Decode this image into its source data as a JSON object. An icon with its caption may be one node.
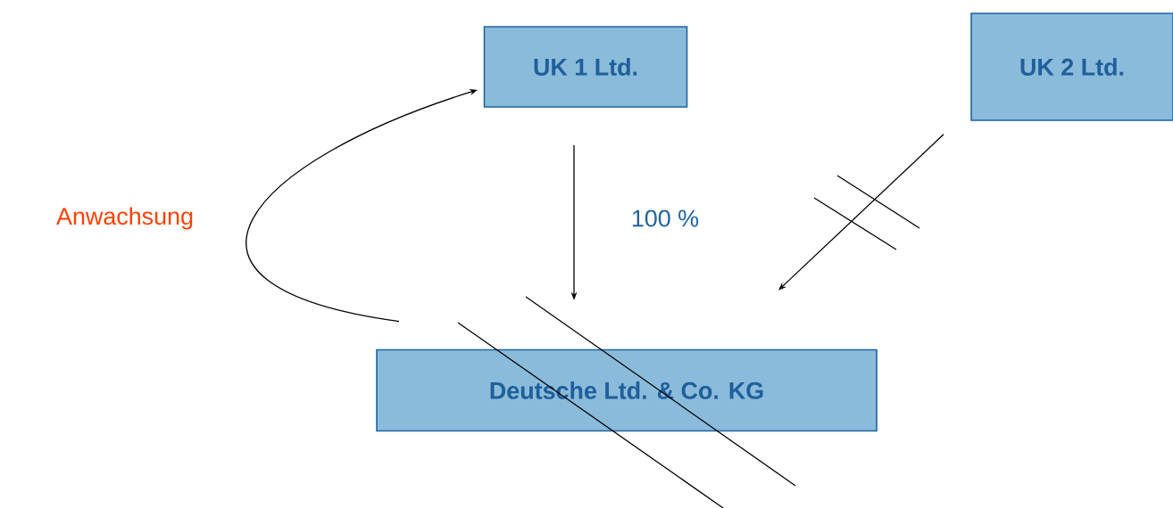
{
  "diagram": {
    "nodes": [
      {
        "text": [
          "UK 1 Ltd."
        ]
      },
      {
        "text": [
          "UK 2 Ltd."
        ]
      },
      {
        "text": [
          "Deutsche Ltd. & Co. KG"
        ]
      }
    ],
    "edges": [
      {
        "from": 0,
        "to": 2,
        "arrow": "to",
        "label": "100 %"
      },
      {
        "from": 1,
        "to": 2,
        "arrow": "to"
      },
      {
        "from": 2,
        "to": 0,
        "arrow": "to",
        "label": "Anwachsung"
      }
    ]
  }
}
